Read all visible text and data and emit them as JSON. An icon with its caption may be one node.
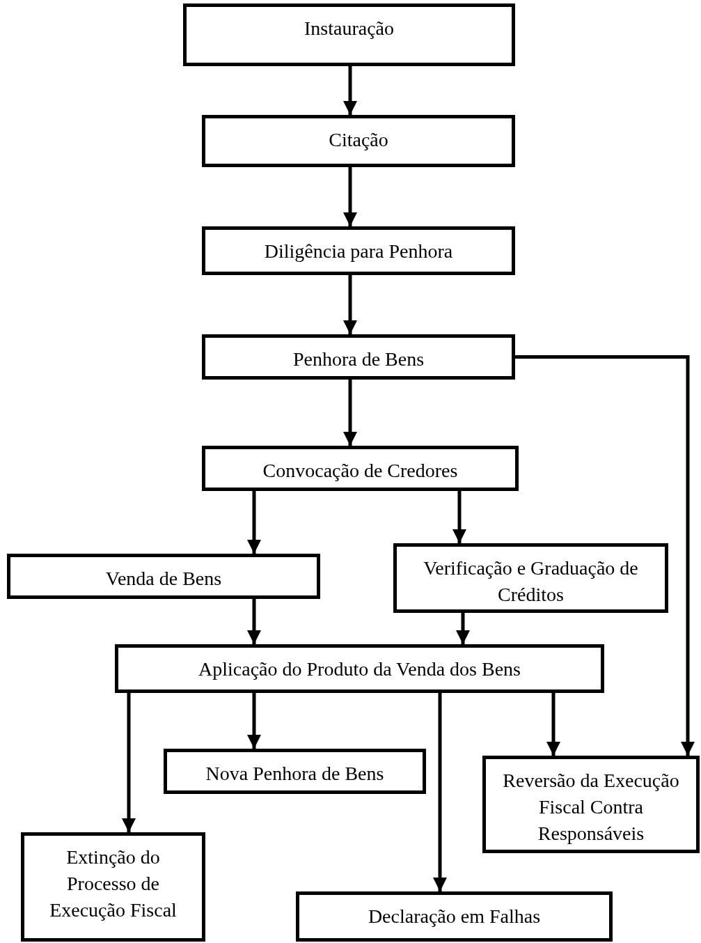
{
  "diagram": {
    "nodes": [
      {
        "text": [
          "Instauração"
        ]
      },
      {
        "text": [
          "Citação"
        ]
      },
      {
        "text": [
          "Diligência para Penhora"
        ]
      },
      {
        "text": [
          "Penhora de Bens"
        ]
      },
      {
        "text": [
          "Convocação de Credores"
        ]
      },
      {
        "text": [
          "Venda de Bens"
        ]
      },
      {
        "text": [
          "Verificação e Graduação de Créditos"
        ]
      },
      {
        "text": [
          "Aplicação do Produto da Venda dos Bens"
        ]
      },
      {
        "text": [
          "Nova Penhora de Bens"
        ]
      },
      {
        "text": [
          "Reversão da Execução Fiscal Contra Responsáveis"
        ]
      },
      {
        "text": [
          "Extinção do Processo de Execução Fiscal"
        ]
      },
      {
        "text": [
          "Declaração em Falhas"
        ]
      }
    ],
    "edges": [
      {
        "from": 0,
        "to": 1,
        "arrow": "to"
      },
      {
        "from": 1,
        "to": 2,
        "arrow": "to"
      },
      {
        "from": 2,
        "to": 3,
        "arrow": "to"
      },
      {
        "from": 3,
        "to": 4,
        "arrow": "to"
      },
      {
        "from": 3,
        "to": 9,
        "arrow": "to"
      },
      {
        "from": 4,
        "to": 5,
        "arrow": "to"
      },
      {
        "from": 4,
        "to": 6,
        "arrow": "to"
      },
      {
        "from": 5,
        "to": 7,
        "arrow": "to"
      },
      {
        "from": 6,
        "to": 7,
        "arrow": "to"
      },
      {
        "from": 7,
        "to": 10,
        "arrow": "to"
      },
      {
        "from": 7,
        "to": 8,
        "arrow": "to"
      },
      {
        "from": 7,
        "to": 11,
        "arrow": "to"
      },
      {
        "from": 7,
        "to": 9,
        "arrow": "to"
      }
    ]
  }
}
